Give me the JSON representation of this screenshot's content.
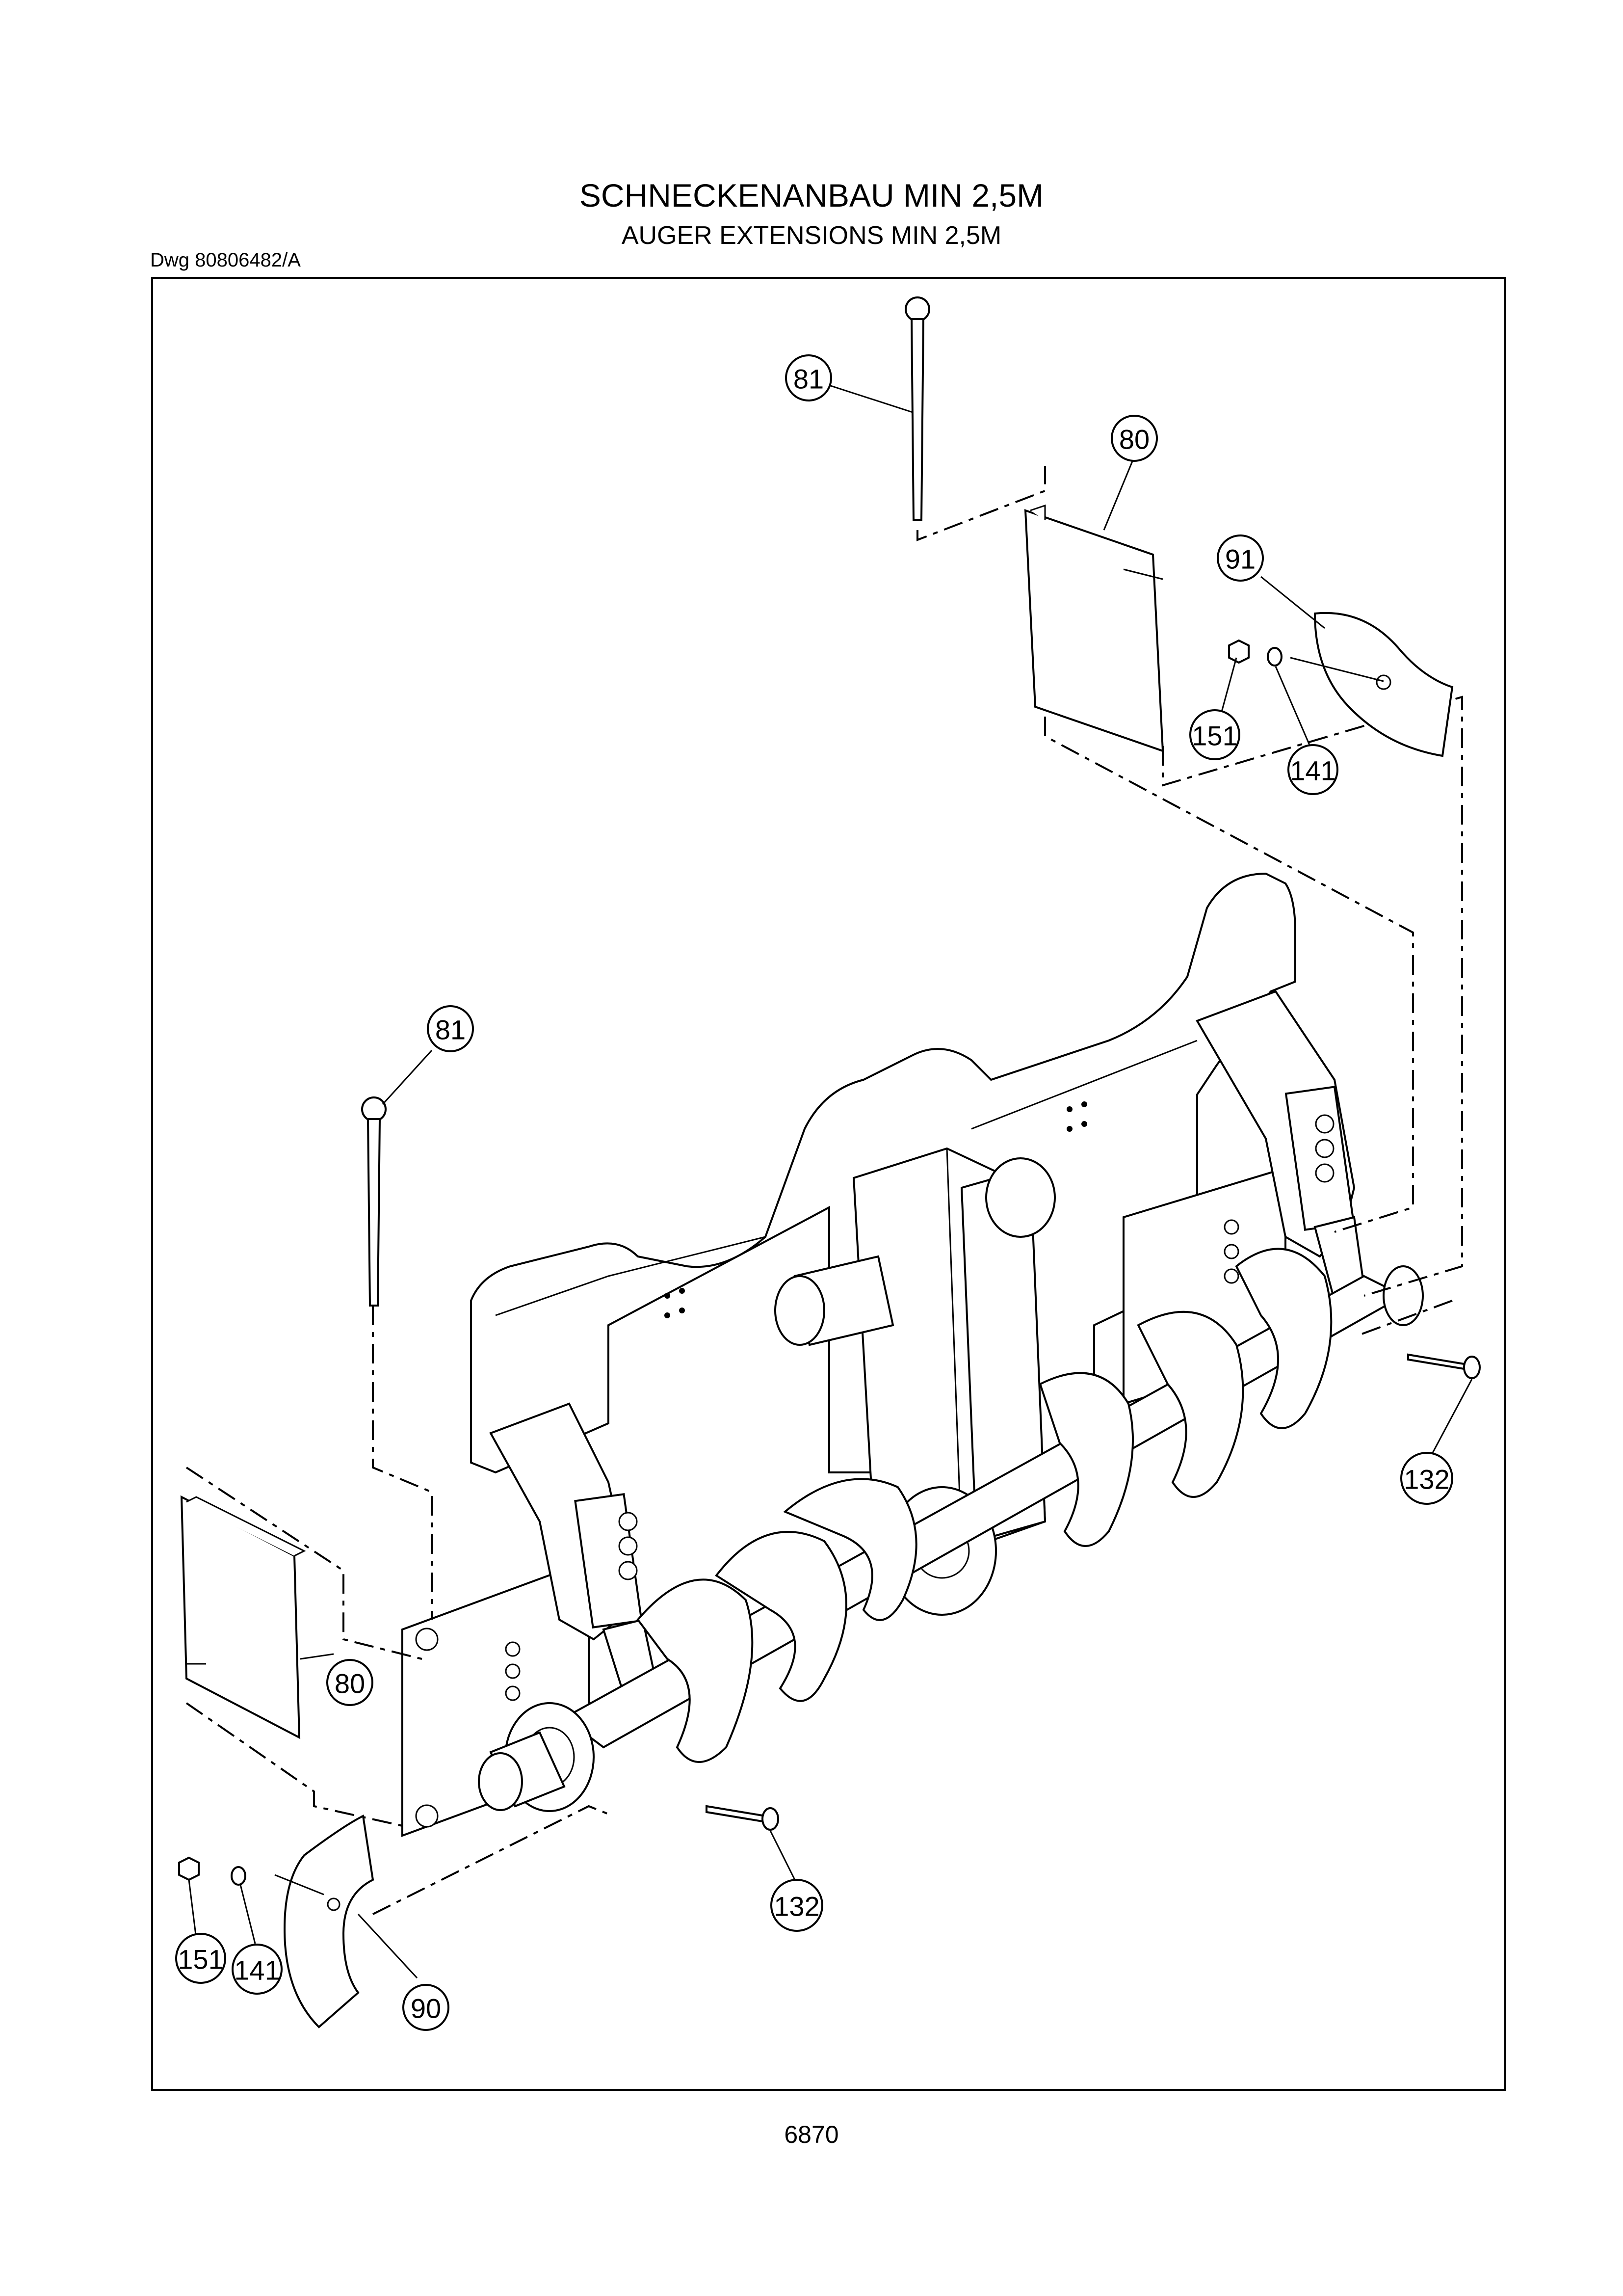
{
  "header": {
    "title_de": "SCHNECKENANBAU MIN 2,5M",
    "title_en": "AUGER EXTENSIONS MIN 2,5M",
    "drawing_number": "Dwg 80806482/A"
  },
  "footer": {
    "page_number": "6870"
  },
  "callouts": [
    {
      "id": "callout-81-top",
      "label": "81"
    },
    {
      "id": "callout-80-top",
      "label": "80"
    },
    {
      "id": "callout-91",
      "label": "91"
    },
    {
      "id": "callout-151-top",
      "label": "151"
    },
    {
      "id": "callout-141-top",
      "label": "141"
    },
    {
      "id": "callout-81-left",
      "label": "81"
    },
    {
      "id": "callout-132-right",
      "label": "132"
    },
    {
      "id": "callout-80-left",
      "label": "80"
    },
    {
      "id": "callout-132-bottom",
      "label": "132"
    },
    {
      "id": "callout-151-bottom",
      "label": "151"
    },
    {
      "id": "callout-141-bottom",
      "label": "141"
    },
    {
      "id": "callout-90",
      "label": "90"
    }
  ]
}
